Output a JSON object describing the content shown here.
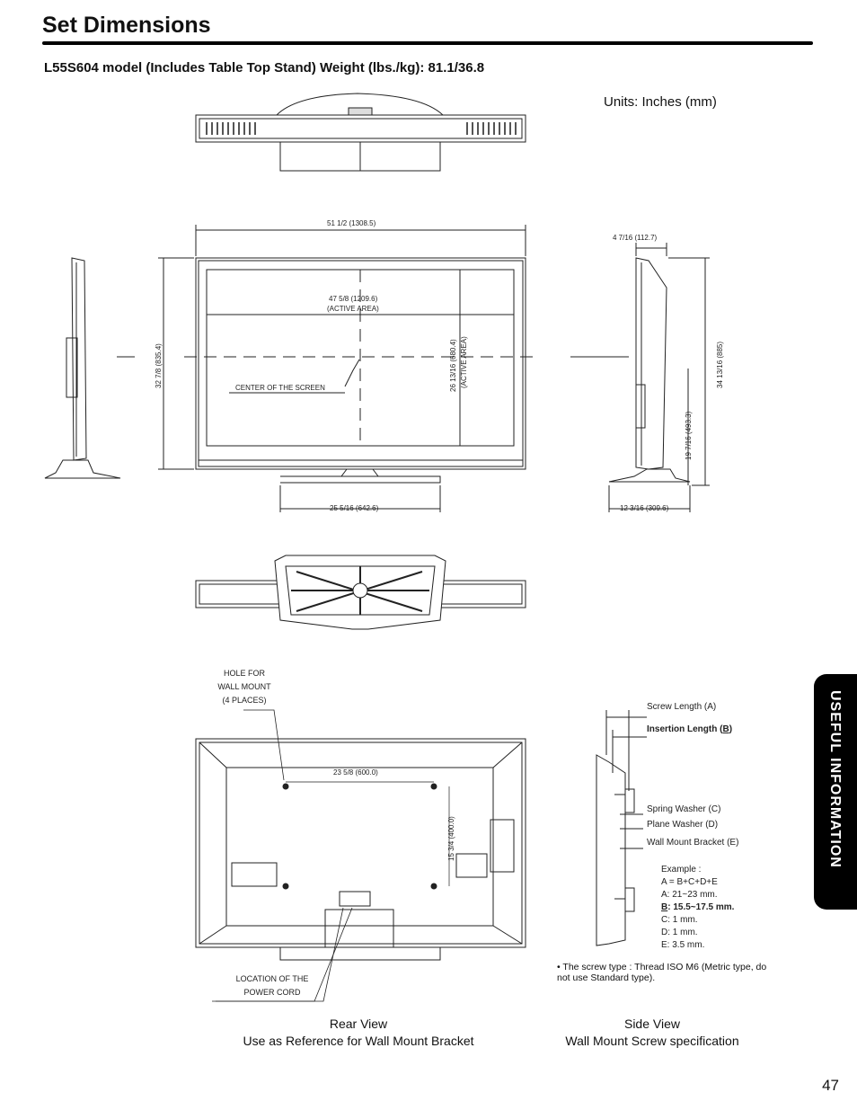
{
  "page": {
    "title": "Set Dimensions",
    "model_line": "L55S604 model (Includes Table Top Stand) Weight (lbs./kg): 81.1/36.8",
    "units": "Units: Inches (mm)",
    "page_number": "47",
    "side_tab": "USEFUL INFORMATION"
  },
  "front_view": {
    "overall_width": "51 1/2 (1308.5)",
    "active_width": "47 5/8 (1209.6)",
    "active_width_note": "(ACTIVE AREA)",
    "overall_height": "32 7/8 (835.4)",
    "active_height": "26 13/16 (680.4)",
    "active_height_note": "(ACTIVE AREA)",
    "center_label": "CENTER OF THE SCREEN",
    "stand_width": "25 5/16 (642.6)"
  },
  "side_view_dims": {
    "depth_top": "4 7/16 (112.7)",
    "total_height": "34 13/16 (885)",
    "center_height": "19 7/16 (493.3)",
    "stand_depth": "12 3/16 (309.6)"
  },
  "rear_view": {
    "hole_label": [
      "HOLE FOR",
      "WALL MOUNT",
      "(4 PLACES)"
    ],
    "hole_spacing_h": "23 5/8 (600.0)",
    "hole_spacing_v": "15 3/4 (400.0)",
    "power_label": [
      "LOCATION OF THE",
      "POWER CORD"
    ],
    "caption_line1": "Rear View",
    "caption_line2": "Use as Reference for Wall Mount Bracket"
  },
  "screw_spec": {
    "screw_length": "Screw Length (A)",
    "insertion_prefix": "Insertion Length (",
    "insertion_letter": "B",
    "insertion_suffix": ")",
    "spring_washer": "Spring Washer (C)",
    "plane_washer": "Plane Washer (D)",
    "wall_bracket": "Wall Mount Bracket (E)",
    "example_title": "Example :",
    "example_formula": "A = B+C+D+E",
    "example_a": "A: 21~23 mm.",
    "example_b_letter": "B",
    "example_b_rest": ": 15.5~17.5 mm.",
    "example_c": "C: 1 mm.",
    "example_d": "D: 1 mm.",
    "example_e": "E: 3.5 mm.",
    "note": "The screw type : Thread ISO M6 (Metric type, do not use Standard type).",
    "caption_line1": "Side View",
    "caption_line2": "Wall Mount Screw specification"
  }
}
